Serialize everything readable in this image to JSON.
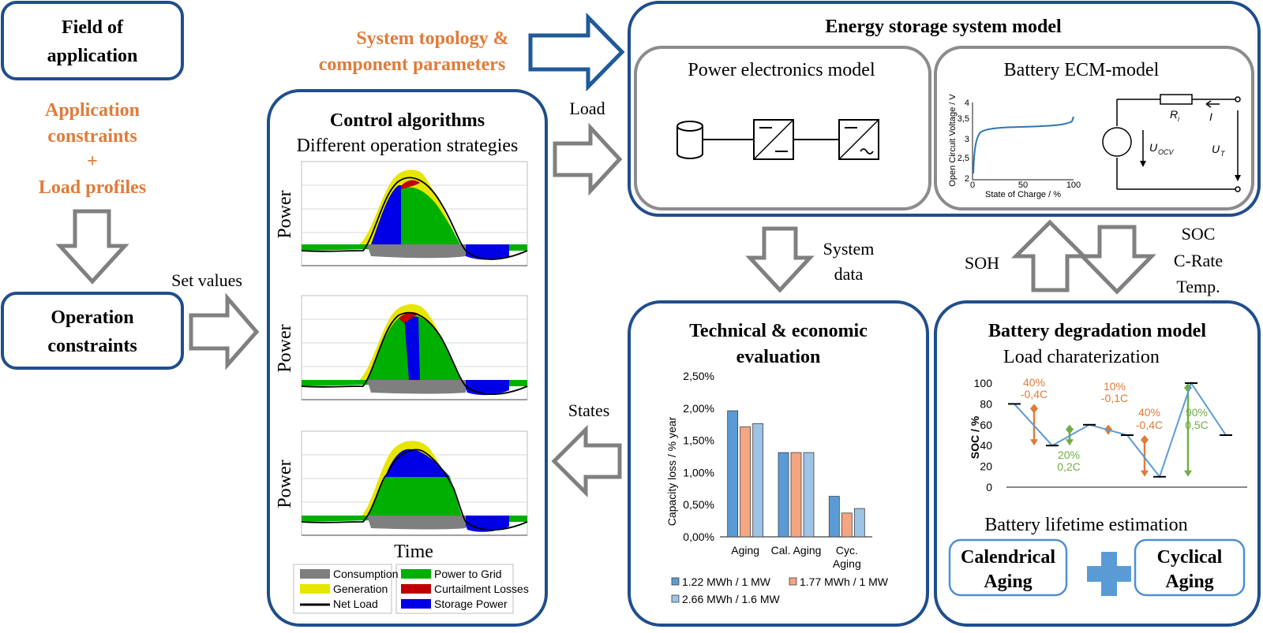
{
  "left": {
    "field_title_l1": "Field of",
    "field_title_l2": "application",
    "app_constraints_l1": "Application",
    "app_constraints_l2": "constraints",
    "plus": "+",
    "load_profiles": "Load profiles",
    "operation_l1": "Operation",
    "operation_l2": "constraints",
    "set_values": "Set values"
  },
  "topology": {
    "line1": "System topology &",
    "line2": "component parameters"
  },
  "control": {
    "title": "Control algorithms",
    "subtitle": "Different operation strategies",
    "ylabel": "Power",
    "xlabel": "Time",
    "legend": [
      {
        "label": "Consumption",
        "color": "#7f7f7f"
      },
      {
        "label": "Generation",
        "color": "#e6e600"
      },
      {
        "label": "Net Load",
        "color": "#000000"
      },
      {
        "label": "Power to Grid",
        "color": "#00b000"
      },
      {
        "label": "Curtailment Losses",
        "color": "#c00000"
      },
      {
        "label": "Storage Power",
        "color": "#0000e6"
      }
    ]
  },
  "ess": {
    "title": "Energy storage system model",
    "power_electronics": "Power electronics model",
    "battery_ecm": "Battery ECM-model",
    "ocv_ylabel": "Open Circuit Voltage / V",
    "ocv_xlabel": "State of Charge / %",
    "ocv_yticks": [
      "4",
      "3,5",
      "3",
      "2,5",
      "2"
    ],
    "ocv_xticks": [
      "0",
      "50",
      "100"
    ],
    "ri_label": "R",
    "ri_sub": "i",
    "i_label": "I",
    "uocv_label": "U",
    "uocv_sub": "OCV",
    "ut_label": "U",
    "ut_sub": "T"
  },
  "flow_labels": {
    "load": "Load",
    "system_data_l1": "System",
    "system_data_l2": "data",
    "soh": "SOH",
    "soc": "SOC",
    "c_rate": "C-Rate",
    "temp": "Temp.",
    "states": "States"
  },
  "evaluation": {
    "title_l1": "Technical & economic",
    "title_l2": "evaluation"
  },
  "chart_data": [
    {
      "type": "bar",
      "categories": [
        "Aging",
        "Cal. Aging",
        "Cyc. Aging"
      ],
      "category_lines": [
        [
          "Aging"
        ],
        [
          "Cal. Aging"
        ],
        [
          "Cyc.",
          "Aging"
        ]
      ],
      "ylabel": "Capacity loss / % year",
      "ylim": [
        0,
        2.5
      ],
      "yticks": [
        "0,00%",
        "0,50%",
        "1,00%",
        "1,50%",
        "2,00%",
        "2,50%"
      ],
      "series": [
        {
          "name": "1.22 MWh / 1 MW",
          "color": "#5b9bd5",
          "values": [
            1.96,
            1.31,
            0.63
          ]
        },
        {
          "name": "1.77 MWh / 1 MW",
          "color": "#f4a582",
          "values": [
            1.71,
            1.31,
            0.37
          ]
        },
        {
          "name": "2.66 MWh / 1.6 MW",
          "color": "#9dc3e6",
          "values": [
            1.76,
            1.31,
            0.44
          ]
        }
      ],
      "legend_placement": "bottom",
      "grid": false
    },
    {
      "type": "line",
      "ylabel": "SOC / %",
      "ylim": [
        0,
        100
      ],
      "yticks": [
        "0",
        "20",
        "40",
        "60",
        "80",
        "100"
      ],
      "x": [
        0,
        1,
        2,
        3,
        4,
        5,
        6
      ],
      "values": [
        80,
        40,
        60,
        50,
        10,
        100,
        50
      ],
      "grid": false,
      "annotations": [
        {
          "text_l1": "40%",
          "text_l2": "-0,4C",
          "color": "#e07b39"
        },
        {
          "text_l1": "20%",
          "text_l2": "0,2C",
          "color": "#70ad47"
        },
        {
          "text_l1": "10%",
          "text_l2": "-0,1C",
          "color": "#e07b39"
        },
        {
          "text_l1": "40%",
          "text_l2": "-0,4C",
          "color": "#e07b39"
        },
        {
          "text_l1": "90%",
          "text_l2": "0,5C",
          "color": "#70ad47"
        }
      ]
    }
  ],
  "degradation": {
    "title": "Battery degradation model",
    "subtitle": "Load charaterization",
    "lifetime": "Battery lifetime estimation",
    "calendrical_l1": "Calendrical",
    "calendrical_l2": "Aging",
    "cyclical_l1": "Cyclical",
    "cyclical_l2": "Aging"
  }
}
